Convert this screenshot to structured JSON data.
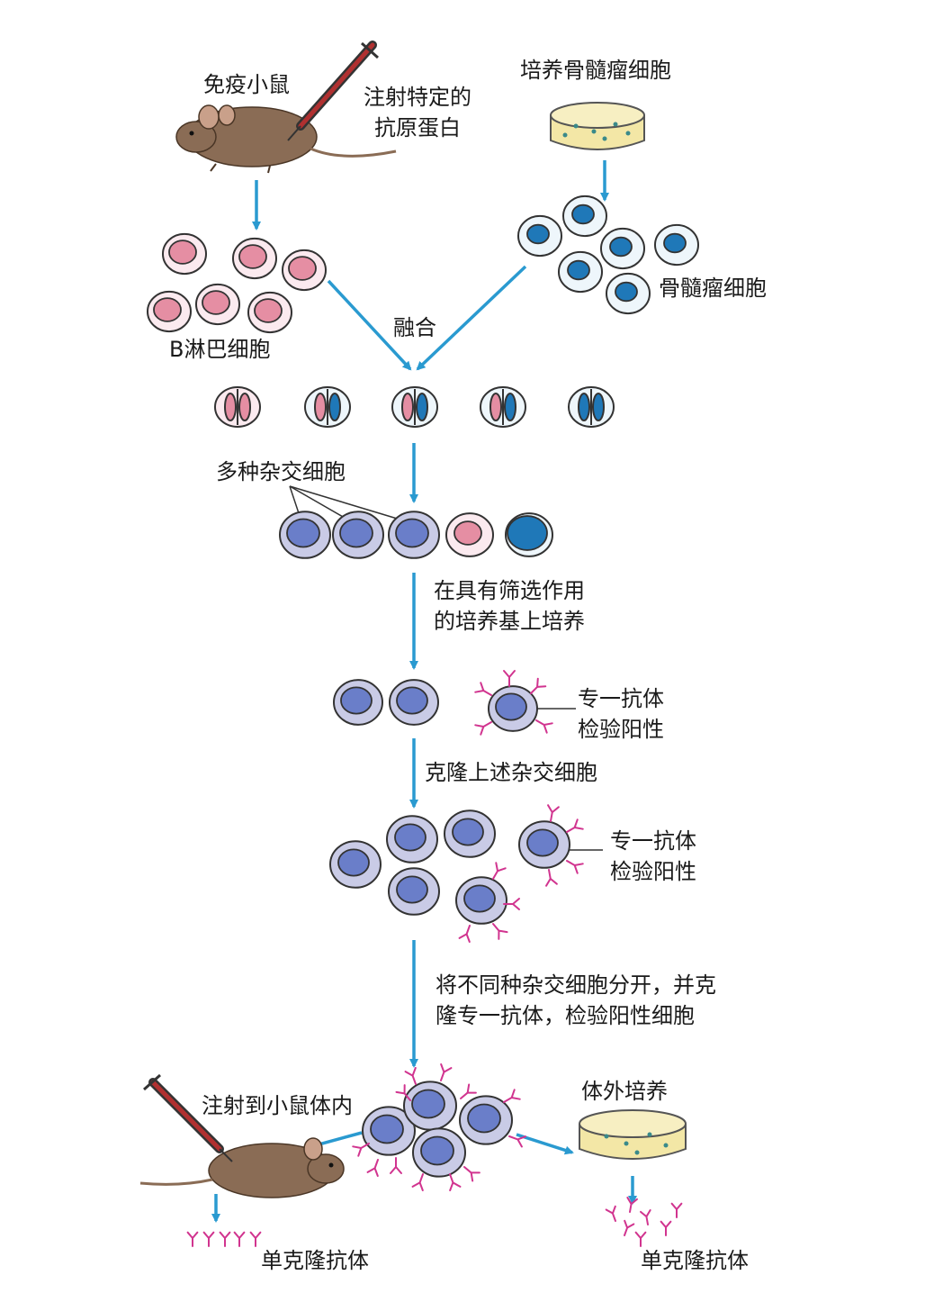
{
  "labels": {
    "immune_mouse": "免疫小鼠",
    "inject_antigen_1": "注射特定的",
    "inject_antigen_2": "抗原蛋白",
    "culture_myeloma": "培养骨髓瘤细胞",
    "b_lymphocyte": "B淋巴细胞",
    "myeloma_cell": "骨髓瘤细胞",
    "fusion": "融合",
    "hybrid_cells": "多种杂交细胞",
    "selective_medium_1": "在具有筛选作用",
    "selective_medium_2": "的培养基上培养",
    "antibody_test_1a": "专一抗体",
    "antibody_test_1b": "检验阳性",
    "clone_hybrid": "克隆上述杂交细胞",
    "antibody_test_2a": "专一抗体",
    "antibody_test_2b": "检验阳性",
    "separate_1": "将不同种杂交细胞分开，并克",
    "separate_2": "隆专一抗体，检验阳性细胞",
    "inject_mouse": "注射到小鼠体内",
    "in_vitro": "体外培养",
    "mab_left": "单克隆抗体",
    "mab_right": "单克隆抗体"
  },
  "colors": {
    "arrow": "#2a9ad0",
    "b_cell_fill": "#fbeaef",
    "b_cell_nucleus": "#e58ea3",
    "myeloma_fill": "#eef6fb",
    "myeloma_nucleus": "#1f78b8",
    "hybrid_fill": "#c9cbe6",
    "hybrid_nucleus": "#6a7ec9",
    "antibody": "#d1348f",
    "outline": "#333333"
  }
}
